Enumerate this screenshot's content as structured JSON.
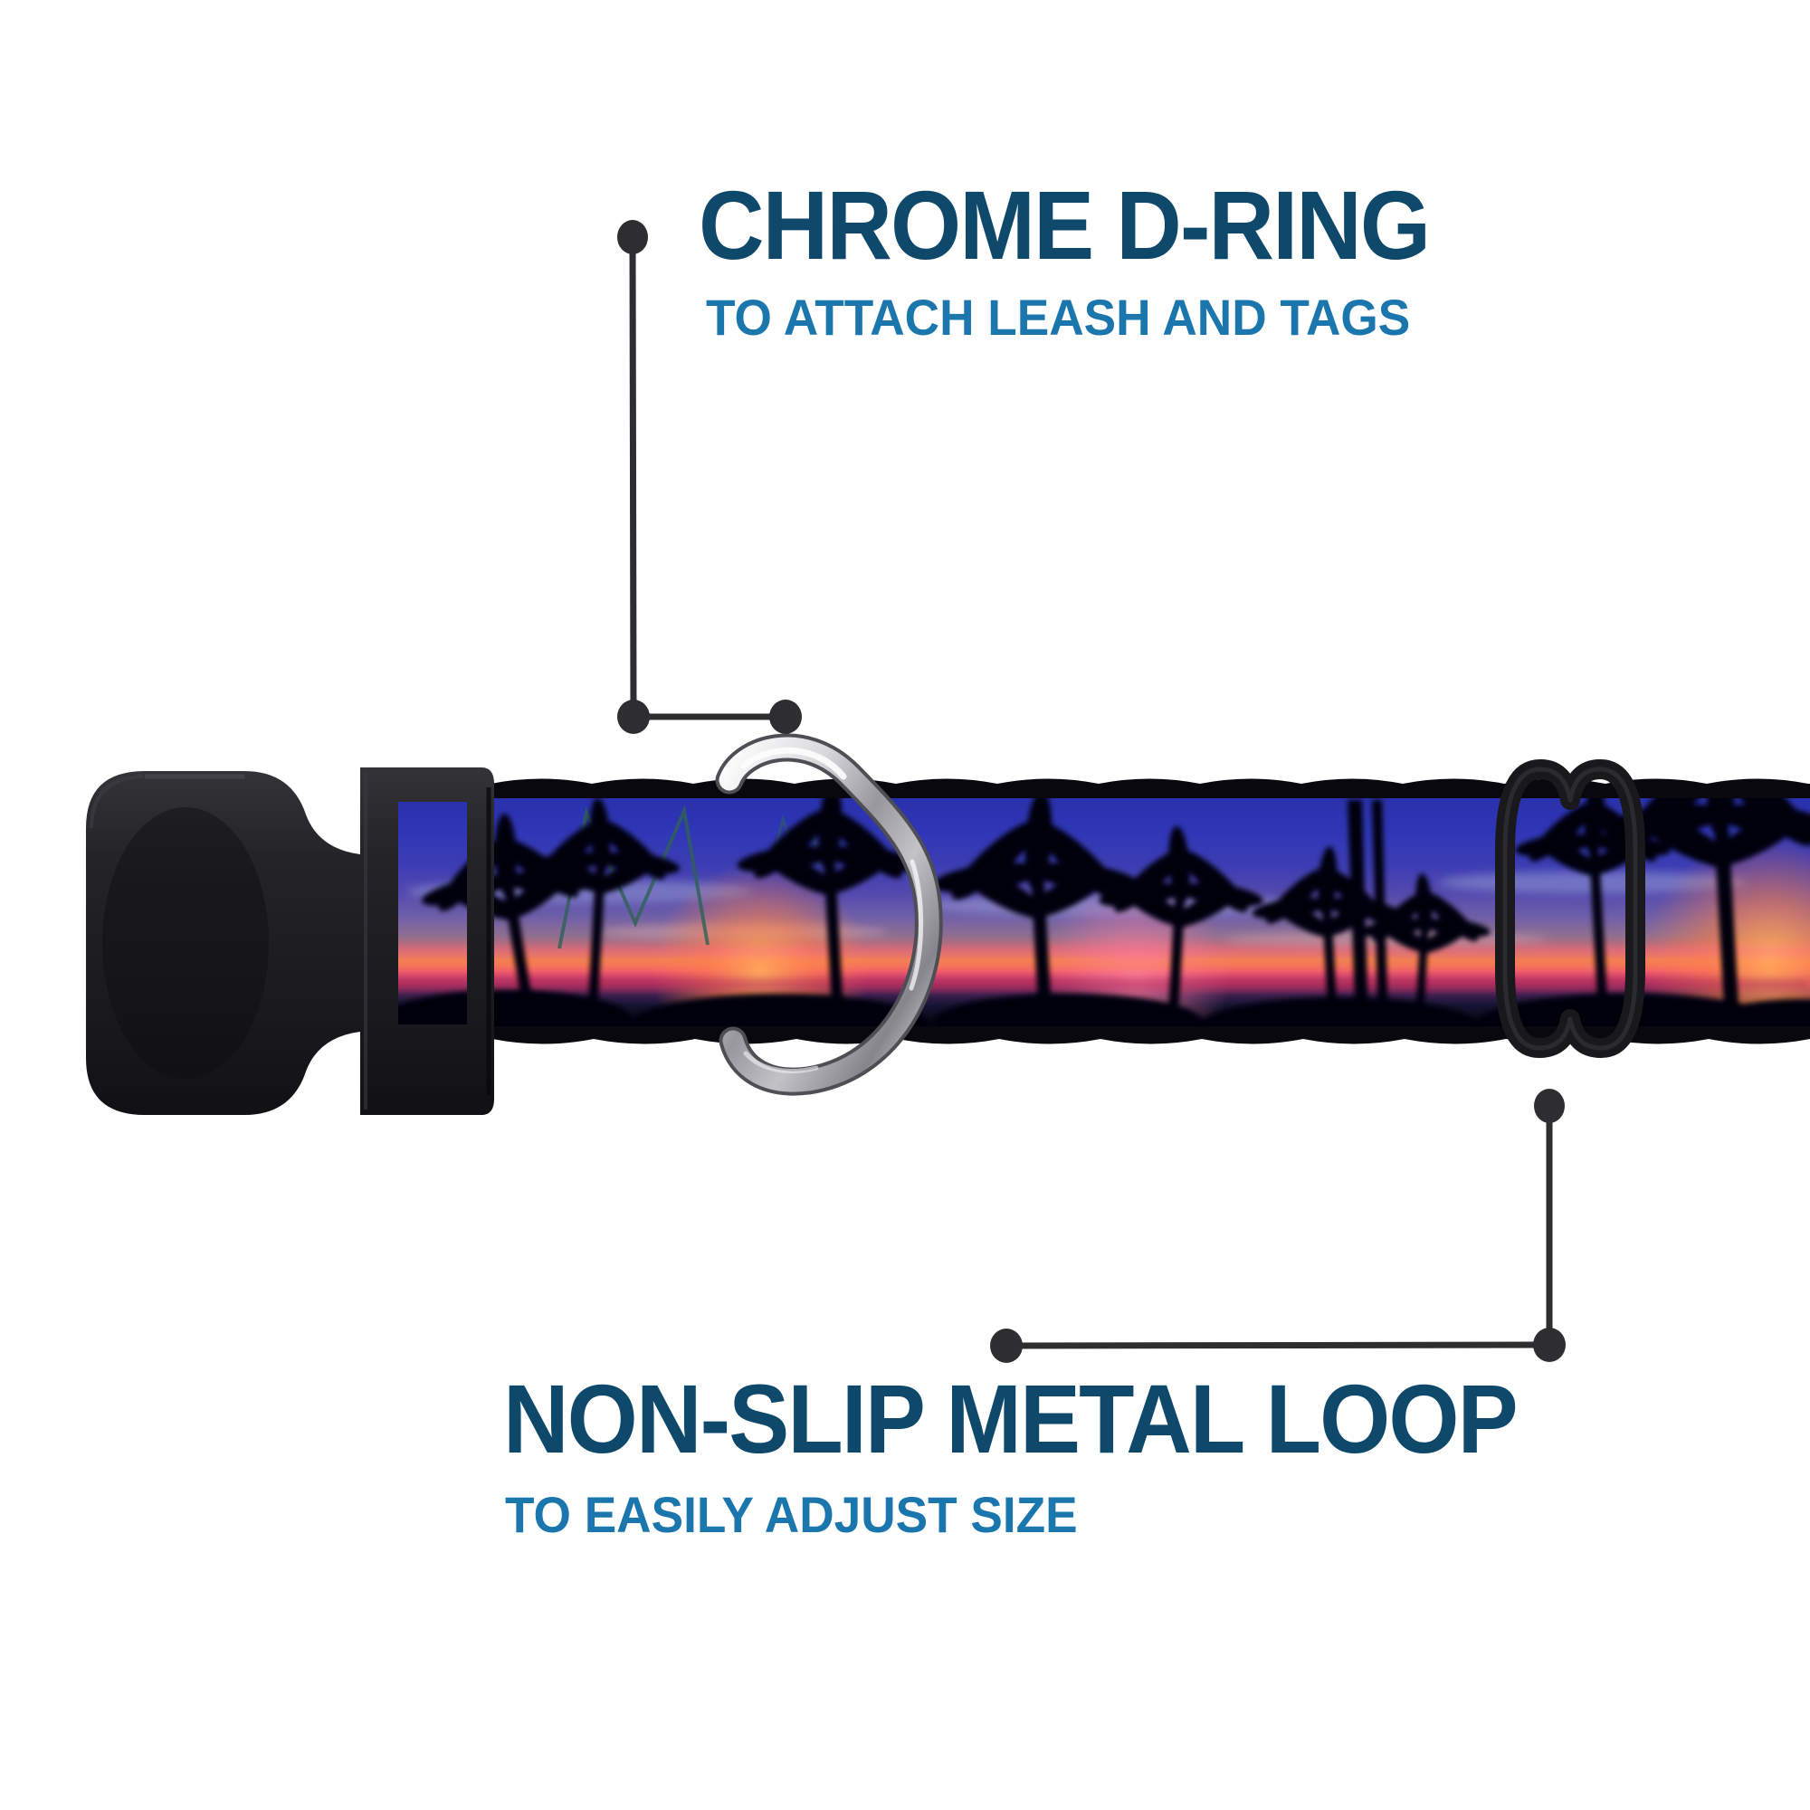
{
  "annotations": {
    "d_ring": {
      "title": "CHROME D-RING",
      "subtitle": "TO ATTACH LEASH AND TAGS"
    },
    "metal_loop": {
      "title": "NON-SLIP METAL LOOP",
      "subtitle": "TO EASILY ADJUST SIZE"
    }
  },
  "product": {
    "type": "adjustable dog collar",
    "strap_pattern": "tropical palm tree silhouettes against a blue-purple-pink sunset sky",
    "parts": [
      {
        "name": "black plastic side-release buckle"
      },
      {
        "name": "chrome d-ring"
      },
      {
        "name": "black non-slip metal loop slider"
      },
      {
        "name": "printed webbing strap"
      }
    ]
  },
  "colors": {
    "background": "#ffffff",
    "heading_text": "#0e486b",
    "subheading_text": "#1b76ad",
    "callout_line": "#2e2e30",
    "buckle_black": "#1d1d21",
    "loop_black": "#19191c",
    "chrome_light": "#f5f5f7",
    "chrome_dark": "#8a8a90",
    "strap_sky_blue": "#2a31ac",
    "strap_purple": "#6f5fa8",
    "strap_sunset_orange": "#ee7d4a",
    "strap_sunset_pink": "#ee4f72",
    "strap_night_navy": "#0c0c20"
  }
}
